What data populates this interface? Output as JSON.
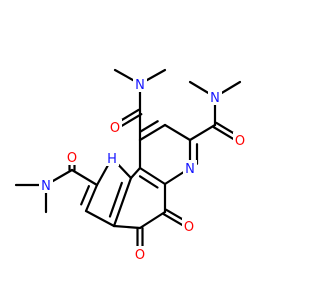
{
  "molecule": {
    "atoms": [
      {
        "id": 0,
        "element": "C",
        "label": ""
      },
      {
        "id": 1,
        "element": "N",
        "label": "N"
      },
      {
        "id": 2,
        "element": "C",
        "label": ""
      },
      {
        "id": 3,
        "element": "C",
        "label": ""
      },
      {
        "id": 4,
        "element": "O",
        "label": "O"
      },
      {
        "id": 5,
        "element": "C",
        "label": ""
      },
      {
        "id": 6,
        "element": "C",
        "label": ""
      },
      {
        "id": 7,
        "element": "C",
        "label": ""
      },
      {
        "id": 8,
        "element": "N",
        "label": "N"
      },
      {
        "id": 9,
        "element": "C",
        "label": ""
      },
      {
        "id": 10,
        "element": "C",
        "label": ""
      },
      {
        "id": 11,
        "element": "O",
        "label": "O"
      },
      {
        "id": 12,
        "element": "C",
        "label": ""
      },
      {
        "id": 13,
        "element": "N",
        "label": "H"
      },
      {
        "id": 14,
        "element": "C",
        "label": ""
      },
      {
        "id": 15,
        "element": "C",
        "label": ""
      },
      {
        "id": 16,
        "element": "N",
        "label": "N"
      },
      {
        "id": 17,
        "element": "C",
        "label": ""
      },
      {
        "id": 18,
        "element": "C",
        "label": ""
      },
      {
        "id": 19,
        "element": "O",
        "label": "O"
      },
      {
        "id": 20,
        "element": "C",
        "label": ""
      },
      {
        "id": 21,
        "element": "O",
        "label": "O"
      },
      {
        "id": 22,
        "element": "C",
        "label": ""
      },
      {
        "id": 23,
        "element": "C",
        "label": ""
      },
      {
        "id": 24,
        "element": "C",
        "label": ""
      },
      {
        "id": 25,
        "element": "N",
        "label": "N"
      },
      {
        "id": 26,
        "element": "C",
        "label": ""
      },
      {
        "id": 27,
        "element": "C",
        "label": ""
      },
      {
        "id": 28,
        "element": "C",
        "label": ""
      },
      {
        "id": 29,
        "element": "C",
        "label": ""
      },
      {
        "id": 30,
        "element": "O",
        "label": "O"
      }
    ],
    "bonds": [
      {
        "a": 0,
        "b": 1,
        "order": 1
      },
      {
        "a": 1,
        "b": 2,
        "order": 1
      },
      {
        "a": 1,
        "b": 3,
        "order": 1
      },
      {
        "a": 3,
        "b": 4,
        "order": 2
      },
      {
        "a": 3,
        "b": 5,
        "order": 1
      },
      {
        "a": 5,
        "b": 6,
        "order": 2
      },
      {
        "a": 6,
        "b": 7,
        "order": 1
      },
      {
        "a": 7,
        "b": 8,
        "order": 2
      },
      {
        "a": 8,
        "b": 9,
        "order": 1
      },
      {
        "a": 9,
        "b": 10,
        "order": 1
      },
      {
        "a": 10,
        "b": 11,
        "order": 2
      },
      {
        "a": 10,
        "b": 12,
        "order": 1
      },
      {
        "a": 12,
        "b": 19,
        "order": 2
      },
      {
        "a": 12,
        "b": 18,
        "order": 1
      },
      {
        "a": 18,
        "b": 17,
        "order": 2
      },
      {
        "a": 17,
        "b": 14,
        "order": 1
      },
      {
        "a": 14,
        "b": 13,
        "order": 1
      },
      {
        "a": 13,
        "b": 15,
        "order": 1
      },
      {
        "a": 15,
        "b": 16,
        "order": 2
      },
      {
        "a": 16,
        "b": 18,
        "order": 1
      },
      {
        "a": 15,
        "b": 20,
        "order": 1
      },
      {
        "a": 20,
        "b": 21,
        "order": 2
      },
      {
        "a": 20,
        "b": 25,
        "order": 1
      },
      {
        "a": 25,
        "b": 24,
        "order": 1
      },
      {
        "a": 25,
        "b": 26,
        "order": 1
      },
      {
        "a": 14,
        "b": 27,
        "order": 2
      },
      {
        "a": 27,
        "b": 9,
        "order": 1
      },
      {
        "a": 27,
        "b": 5,
        "order": 1
      },
      {
        "a": 9,
        "b": 28,
        "order": 2
      },
      {
        "a": 7,
        "b": 29,
        "order": 1
      },
      {
        "a": 29,
        "b": 30,
        "order": 2
      },
      {
        "a": 29,
        "b": 22,
        "order": 1
      },
      {
        "a": 22,
        "b": 23,
        "order": 1
      }
    ]
  },
  "colors": {
    "carbon_bond": "#000000",
    "nitrogen": "#1515ff",
    "oxygen": "#ff0000",
    "hydrogen_on_nitrogen": "#1515ff"
  }
}
